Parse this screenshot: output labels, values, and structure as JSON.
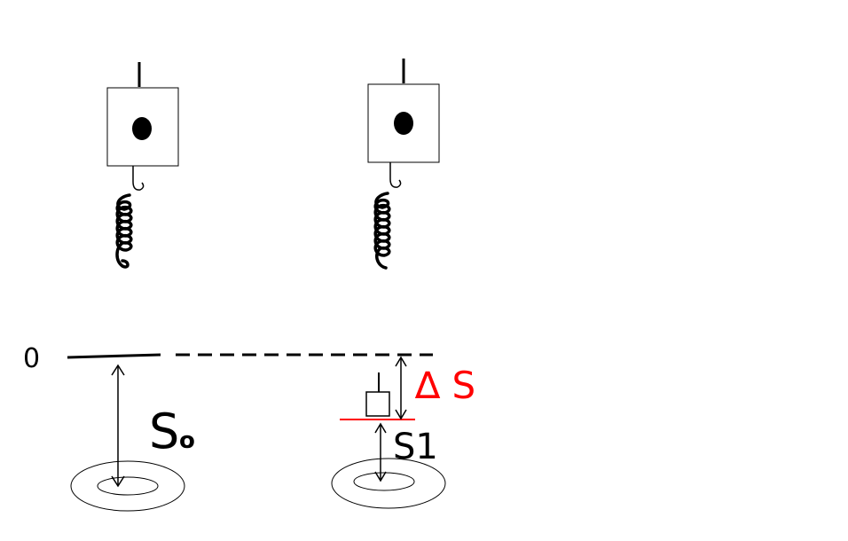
{
  "labels": {
    "zero": "0",
    "s0": "S",
    "s0_sub": "o",
    "s1": "S1",
    "delta_s": "∆ S"
  },
  "colors": {
    "ink": "#000000",
    "accent": "#ff0000"
  }
}
